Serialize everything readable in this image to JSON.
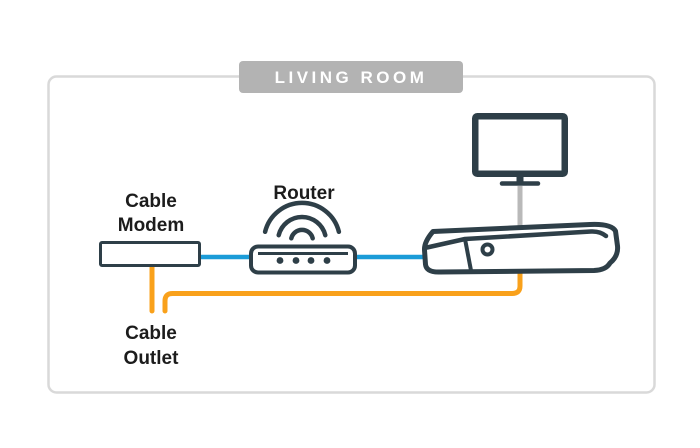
{
  "room": {
    "label": "LIVING ROOM"
  },
  "labels": {
    "cable_modem": [
      "Cable",
      "Modem"
    ],
    "router": "Router",
    "cable_outlet": [
      "Cable",
      "Outlet"
    ]
  },
  "icons": [
    "cable-modem-icon",
    "wifi-waves-icon",
    "router-icon",
    "tv-icon",
    "set-top-box-icon"
  ],
  "colors": {
    "device_outline": "#2e3f48",
    "blue_cable": "#1b9cd8",
    "orange_cable": "#f9a11b",
    "gray_cable": "#b9b9b9",
    "room_border": "#d9d9d9",
    "badge_background": "#b3b3b3",
    "badge_text": "#ffffff",
    "label_text": "#1c1c1c",
    "background": "#ffffff"
  }
}
